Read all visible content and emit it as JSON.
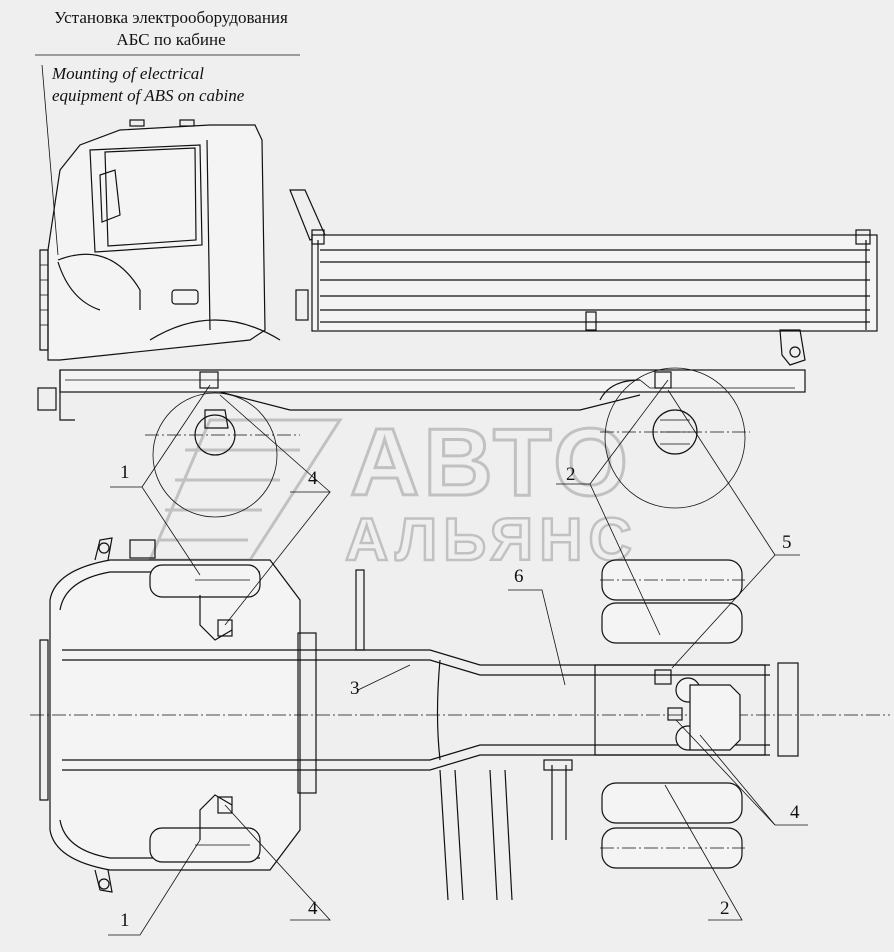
{
  "caption": {
    "ru_line1": "Установка электрооборудования",
    "ru_line2": "АБС по кабине",
    "en_line1": "Mounting of electrical",
    "en_line2": "equipment of ABS on cabine"
  },
  "watermark": {
    "line1": "АВТО",
    "line2": "АЛЬЯНС"
  },
  "callouts": {
    "c1_top": "1",
    "c4_top": "4",
    "c2_top": "2",
    "c5": "5",
    "c6": "6",
    "c3": "3",
    "c4_right": "4",
    "c1_bottom": "1",
    "c4_bottom": "4",
    "c2_bottom": "2"
  },
  "colors": {
    "background": "#efefef",
    "line": "#111111",
    "watermark": "#bdbdbd"
  }
}
